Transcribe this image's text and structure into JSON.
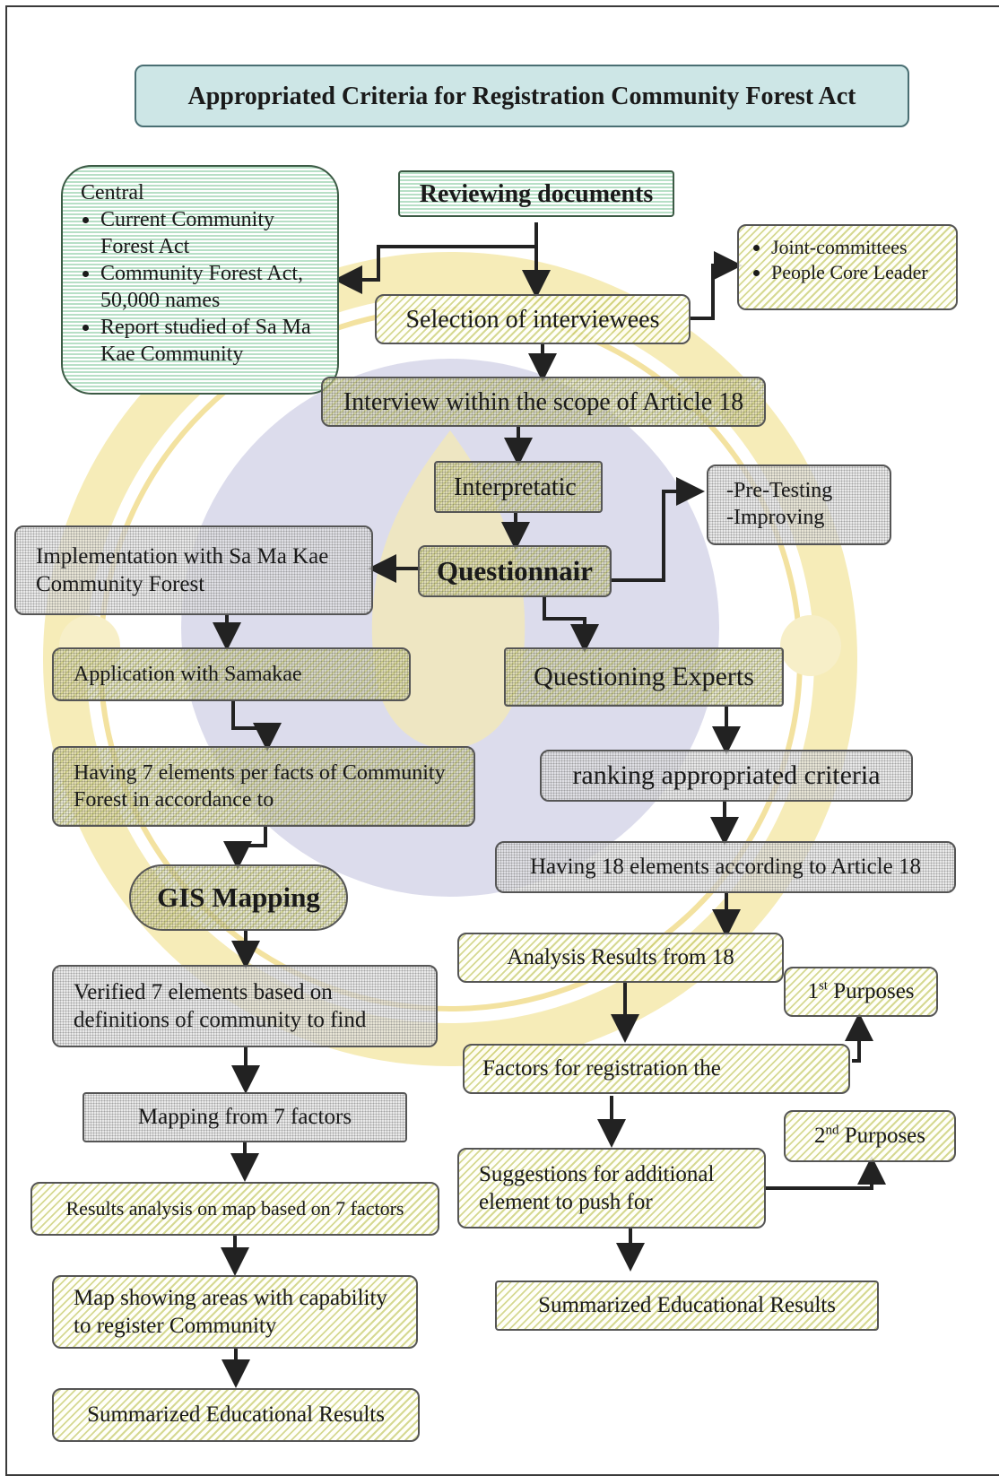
{
  "title": "Appropriated Criteria for Registration Community Forest Act",
  "central": {
    "heading": "Central",
    "items": [
      "Current Community Forest Act",
      "Community Forest Act, 50,000 names",
      "Report studied of Sa Ma Kae Community"
    ]
  },
  "reviewing": "Reviewing documents",
  "selection": "Selection of interviewees",
  "interviewees": [
    "Joint-committees",
    "People Core Leader"
  ],
  "interview": "Interview within the scope of Article 18",
  "interpretation": "Interpretatic",
  "pretest": [
    "-Pre-Testing",
    "-Improving"
  ],
  "questionnaire": "Questionnair",
  "implementation": "Implementation with Sa Ma Kae Community Forest",
  "application": "Application with Samakae",
  "experts": "Questioning Experts",
  "seven_elements": "Having 7 elements per facts of Community Forest in accordance to",
  "ranking": "ranking appropriated criteria",
  "eighteen_elements": "Having 18 elements according to Article 18",
  "gis": "GIS Mapping",
  "analysis18": "Analysis Results from 18",
  "purpose1": {
    "num": "1",
    "sup": "st",
    "text": " Purposes"
  },
  "verified": "Verified 7 elements based on definitions of community to find",
  "factors_reg": "Factors for registration the",
  "mapping7": "Mapping from 7 factors",
  "purpose2": {
    "num": "2",
    "sup": "nd",
    "text": " Purposes"
  },
  "suggestions": "Suggestions for additional element to push for",
  "results_map": "Results analysis on map based on 7 factors",
  "summ_right": "Summarized Educational Results",
  "map_showing": "Map showing areas with capability to register Community",
  "summ_left": "Summarized Educational Results"
}
